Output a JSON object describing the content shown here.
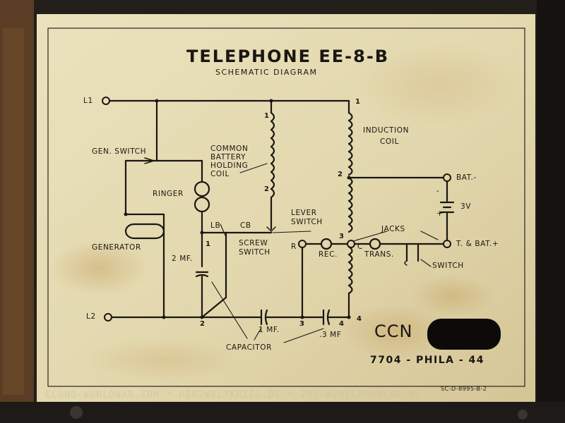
{
  "plate": {
    "title": "TELEPHONE  EE-8-B",
    "subtitle": "SCHEMATIC DIAGRAM",
    "ccn": "CCN",
    "code": "7704 - PHILA - 44",
    "part_no": "SC-D-8995-B-2",
    "watermark": "ECOND-WORLDWAR.COM * DER2WELTKRIEG.DE * 2DE-WERELDOORLOG.NL"
  },
  "labels": {
    "l1": "L1",
    "l2": "L2",
    "gen_switch": "GEN. SWITCH",
    "ringer": "RINGER",
    "generator": "GENERATOR",
    "holding_coil": [
      "COMMON",
      "BATTERY",
      "HOLDING",
      "COIL"
    ],
    "induction_coil": [
      "INDUCTION",
      "COIL"
    ],
    "bat_minus": "BAT.-",
    "minus": "-",
    "plus": "+",
    "volt": "3V",
    "lever_switch": [
      "LEVER",
      "SWITCH"
    ],
    "lb": "LB",
    "cb": "CB",
    "screw_switch": [
      "SCREW",
      "SWITCH"
    ],
    "jacks": "JACKS",
    "r": "R",
    "c": "C",
    "rec": "REC.",
    "trans": "TRANS.",
    "t_bat": "T. & BAT.+",
    "switch": "SWITCH",
    "cap_2mf": "2 MF.",
    "cap_1mf": "1 MF.",
    "cap_3mf": ".3 MF",
    "capacitor": "CAPACITOR",
    "terminals": {
      "n1a": "1",
      "n1b": "1",
      "n1c": "1",
      "n2a": "2",
      "n2b": "2",
      "n2c": "2",
      "n3a": "3",
      "n3b": "3",
      "n4a": "4",
      "n4b": "4"
    }
  },
  "colors": {
    "plate": "#e3d9b0",
    "ink": "#1a1712",
    "frame": "#1c1916",
    "rust": "#6b4a2a"
  }
}
